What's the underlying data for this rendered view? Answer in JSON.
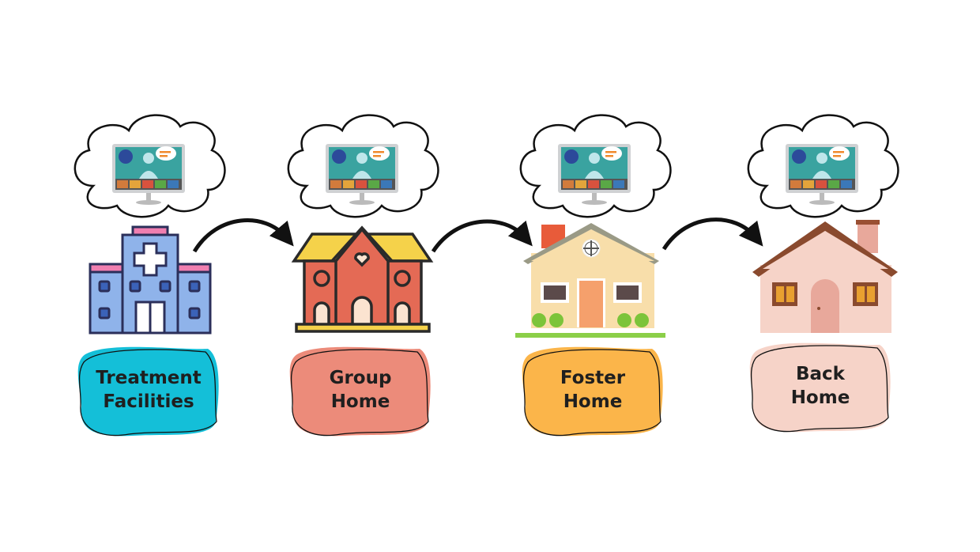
{
  "stages": [
    {
      "label_line1": "Treatment",
      "label_line2": "Facilities",
      "color": "#14bfd8",
      "icon": "hospital-icon"
    },
    {
      "label_line1": "Group",
      "label_line2": "Home",
      "color": "#ec8b7a",
      "icon": "group-home-icon"
    },
    {
      "label_line1": "Foster",
      "label_line2": "Home",
      "color": "#fbb54a",
      "icon": "foster-home-icon"
    },
    {
      "label_line1": "Back",
      "label_line2": "Home",
      "color": "#f6d3c8",
      "icon": "house-icon"
    }
  ],
  "thought_icon": "video-call-monitor-icon",
  "arrow_icon": "curved-arrow-icon"
}
